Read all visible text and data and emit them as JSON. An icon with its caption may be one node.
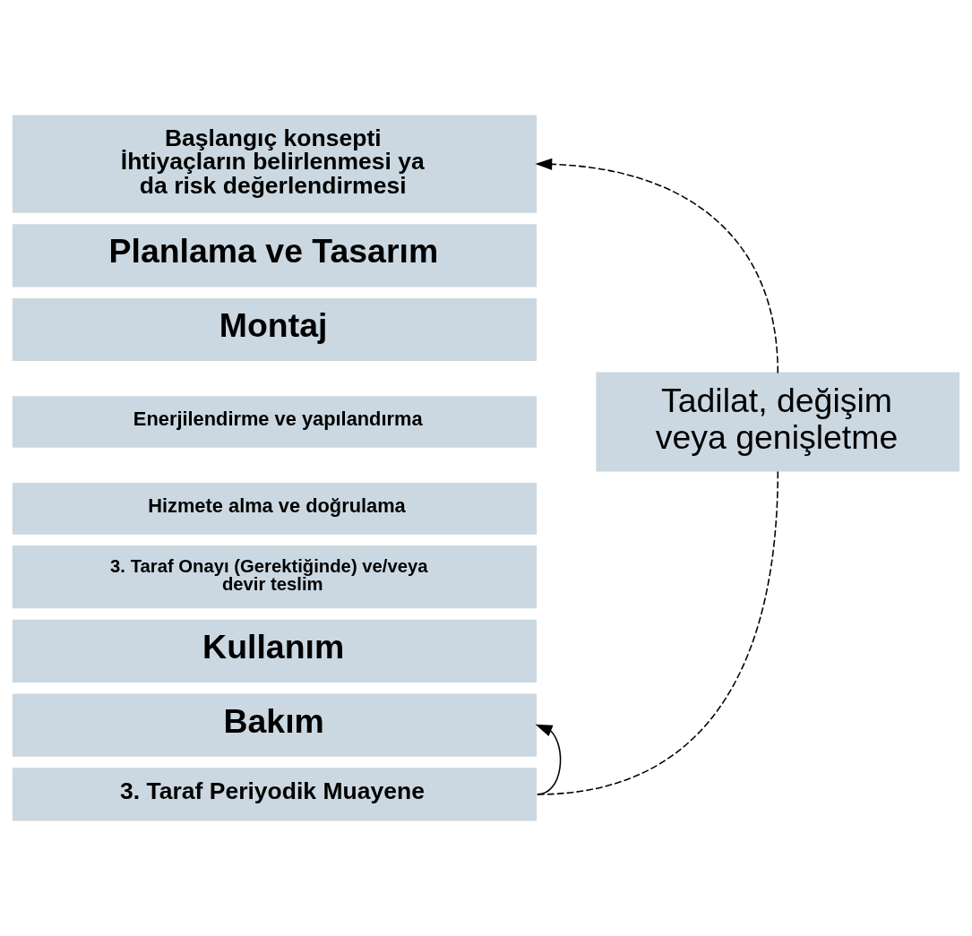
{
  "diagram": {
    "nodes": [
      {
        "text": [
          "Başlangıç konsepti İhtiyaçların belirlenmesi ya da risk değerlendirmesi"
        ]
      },
      {
        "text": [
          "Planlama ve Tasarım"
        ]
      },
      {
        "text": [
          "Montaj"
        ]
      },
      {
        "text": [
          "Enerjilendirme ve yapılandırma"
        ]
      },
      {
        "text": [
          "Hizmete alma ve doğrulama"
        ]
      },
      {
        "text": [
          "3. Taraf Onayı (Gerektiğinde) ve/veya devir teslim"
        ]
      },
      {
        "text": [
          "Kullanım"
        ]
      },
      {
        "text": [
          "Bakım"
        ]
      },
      {
        "text": [
          "3. Taraf Periyodik Muayene"
        ]
      },
      {
        "text": [
          "Tadilat, değişim veya genişletme"
        ]
      }
    ],
    "edges": [
      {
        "from": 8,
        "to": 7,
        "arrow": "to"
      },
      {
        "from": 8,
        "to": 9,
        "arrow": "none",
        "style": "dashed"
      },
      {
        "from": 9,
        "to": 0,
        "arrow": "to",
        "style": "dashed"
      }
    ]
  }
}
